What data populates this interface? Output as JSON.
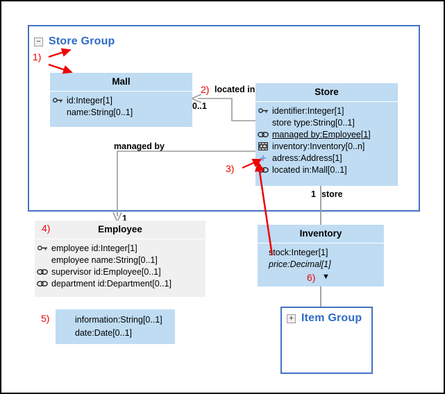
{
  "diagram": {
    "type": "uml-class-diagram",
    "package": {
      "name": "Store Group",
      "expander": "−",
      "expander_state": "expanded"
    },
    "classes": [
      {
        "id": "mall",
        "name": "Mall",
        "style": "blue",
        "attributes": [
          {
            "icon": "key-icon",
            "text": "id:Integer[1]"
          },
          {
            "icon": "none",
            "text": "name:String[0..1]"
          }
        ]
      },
      {
        "id": "store",
        "name": "Store",
        "style": "blue",
        "attributes": [
          {
            "icon": "key-icon",
            "text": "identifier:Integer[1]"
          },
          {
            "icon": "none",
            "text": "store type:String[0..1]"
          },
          {
            "icon": "link-icon",
            "text": "managed by:Employee[1]",
            "underline": true
          },
          {
            "icon": "table-icon",
            "text": "inventory:Inventory[0..n]"
          },
          {
            "icon": "plus-icon",
            "text": "adress:Address[1]"
          },
          {
            "icon": "link-icon",
            "text": "located in:Mall[0..1]"
          }
        ]
      },
      {
        "id": "employee",
        "name": "Employee",
        "style": "grey",
        "attributes": [
          {
            "icon": "key-icon",
            "text": "employee id:Integer[1]"
          },
          {
            "icon": "none",
            "text": "employee name:String[0..1]"
          },
          {
            "icon": "link-icon",
            "text": "supervisor id:Employee[0..1]"
          },
          {
            "icon": "link-icon",
            "text": "department id:Department[0..1]"
          }
        ]
      },
      {
        "id": "inventory",
        "name": "Inventory",
        "style": "blue",
        "attributes": [
          {
            "icon": "none",
            "text": "stock:Integer[1]"
          },
          {
            "icon": "none",
            "text": "price:Decimal[1]",
            "italic": true
          }
        ]
      }
    ],
    "note": {
      "id": "note-5",
      "lines": [
        "information:String[0..1]",
        "date:Date[0..1]"
      ]
    },
    "subpackage": {
      "name": "Item Group",
      "expander": "+",
      "expander_state": "collapsed"
    },
    "connectors": [
      {
        "id": "located-in",
        "label": "located in",
        "source_mult": "",
        "target_mult": "0..1"
      },
      {
        "id": "managed-by",
        "label": "managed by",
        "source_mult": "",
        "target_mult": "1"
      },
      {
        "id": "store-inventory",
        "label": "store",
        "source_mult": "1",
        "target_mult": ""
      }
    ],
    "annotations": [
      {
        "id": "a1",
        "label": "1)",
        "arrows": 2
      },
      {
        "id": "a2",
        "label": "2)",
        "arrows": 0
      },
      {
        "id": "a3",
        "label": "3)",
        "arrows": 2
      },
      {
        "id": "a4",
        "label": "4)",
        "arrows": 0
      },
      {
        "id": "a5",
        "label": "5)",
        "arrows": 0
      },
      {
        "id": "a6",
        "label": "6)",
        "arrows": 0,
        "marker": "▼"
      }
    ],
    "colors": {
      "class_fill_blue": "#bfdcf3",
      "class_fill_grey": "#f0f0f0",
      "package_border": "#4472c4",
      "package_title": "#2e6bc6",
      "annotation_red": "#ee0000",
      "connector_grey": "#9a9a9a",
      "outer_border": "#000000"
    }
  }
}
